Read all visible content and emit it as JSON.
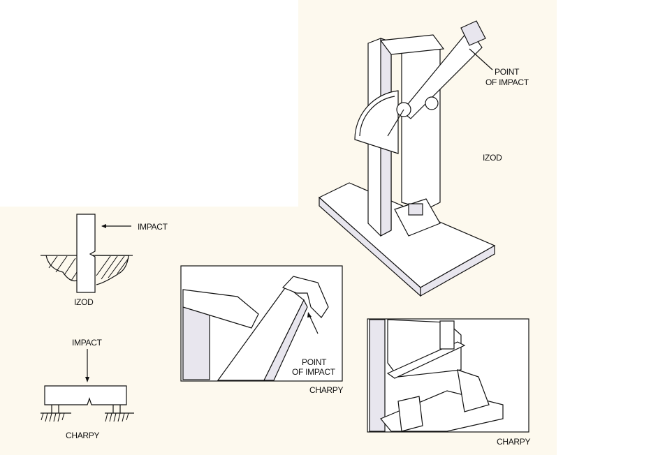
{
  "colors": {
    "background_panel": "#fdf9ee",
    "line": "#111111",
    "shade": "#e8e6ee"
  },
  "izod_machine": {
    "point_label_1": "POINT",
    "point_label_2": "OF IMPACT",
    "title": "IZOD"
  },
  "izod_schematic": {
    "impact_label": "IMPACT",
    "title": "IZOD"
  },
  "charpy_schematic": {
    "impact_label": "IMPACT",
    "title": "CHARPY"
  },
  "charpy_detail": {
    "point_label_1": "POINT",
    "point_label_2": "OF IMPACT",
    "title": "CHARPY"
  },
  "charpy_machine": {
    "title": "CHARPY"
  }
}
